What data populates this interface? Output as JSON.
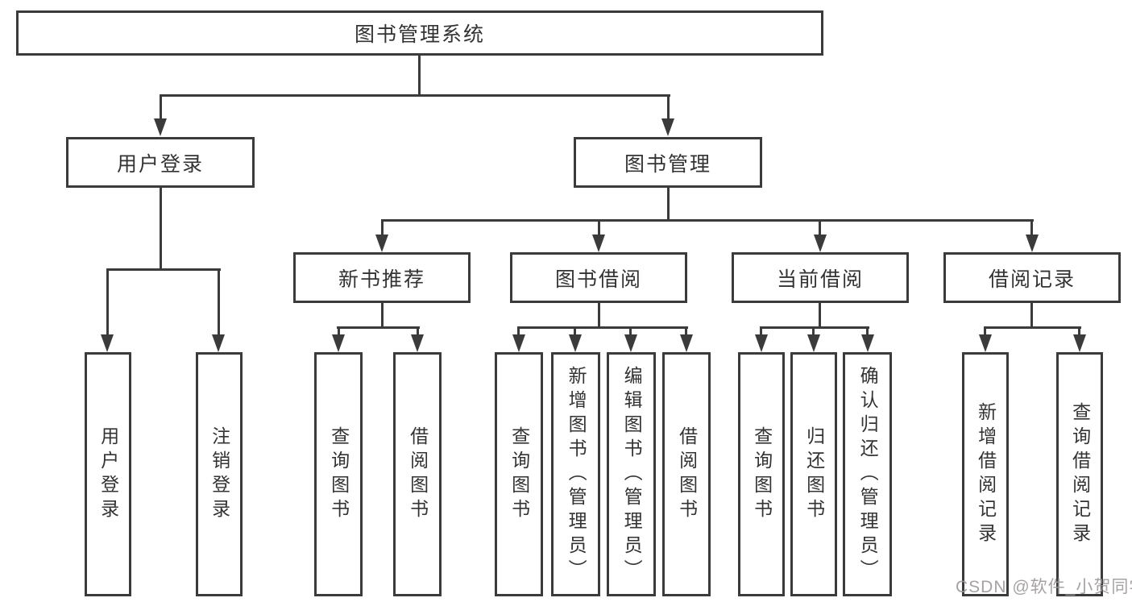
{
  "nodes": {
    "root": "图书管理系统",
    "user_login": "用户登录",
    "book_mgmt": "图书管理",
    "new_books": "新书推荐",
    "book_borrow": "图书借阅",
    "current_borrow": "当前借阅",
    "borrow_records": "借阅记录",
    "leaf_a1": "用户登录",
    "leaf_a2": "注销登录",
    "leaf_b1": "查询图书",
    "leaf_b2": "借阅图书",
    "leaf_c1": "查询图书",
    "leaf_c2": "新增图书（管理员）",
    "leaf_c3": "编辑图书（管理员）",
    "leaf_c4": "借阅图书",
    "leaf_d1": "查询图书",
    "leaf_d2": "归还图书",
    "leaf_d3": "确认归还（管理员）",
    "leaf_e1": "新增借阅记录",
    "leaf_e2": "查询借阅记录"
  },
  "watermark": "CSDN @软件_小贺同学",
  "colors": {
    "line": "#3b3b3b",
    "text": "#333333",
    "watermark": "#9e9a9c",
    "background": "#ffffff"
  }
}
